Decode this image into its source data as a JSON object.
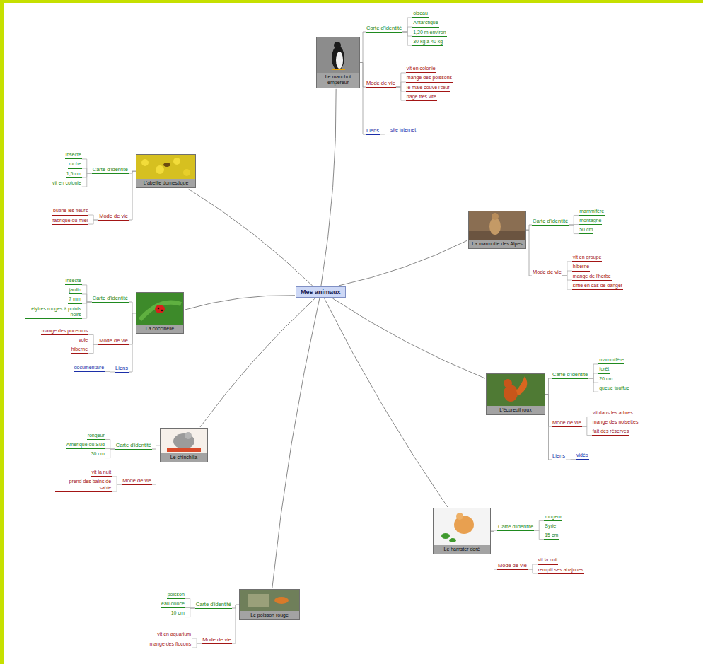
{
  "diagram": {
    "nodes": [
      {
        "text": [
          "Mes animaux"
        ]
      },
      {
        "text": [
          "Le manchot empereur"
        ]
      },
      {
        "text": [
          "Carte d'identité"
        ]
      },
      {
        "text": [
          "oiseau"
        ]
      },
      {
        "text": [
          "Antarctique"
        ]
      },
      {
        "text": [
          "1,20 m environ"
        ]
      },
      {
        "text": [
          "30 kg à 40 kg"
        ]
      },
      {
        "text": [
          "Mode de vie"
        ]
      },
      {
        "text": [
          "vit en colonie"
        ]
      },
      {
        "text": [
          "mange des poissons"
        ]
      },
      {
        "text": [
          "le mâle couve l'œuf"
        ]
      },
      {
        "text": [
          "nage très vite"
        ]
      },
      {
        "text": [
          "Liens"
        ]
      },
      {
        "text": [
          "site internet"
        ]
      },
      {
        "text": [
          "La marmotte des Alpes"
        ]
      },
      {
        "text": [
          "Carte d'identité"
        ]
      },
      {
        "text": [
          "mammifère"
        ]
      },
      {
        "text": [
          "montagne"
        ]
      },
      {
        "text": [
          "50 cm"
        ]
      },
      {
        "text": [
          "Mode de vie"
        ]
      },
      {
        "text": [
          "vit en groupe"
        ]
      },
      {
        "text": [
          "hiberne"
        ]
      },
      {
        "text": [
          "mange de l'herbe"
        ]
      },
      {
        "text": [
          "siffle en cas de danger"
        ]
      },
      {
        "text": [
          "L'écureuil roux"
        ]
      },
      {
        "text": [
          "Carte d'identité"
        ]
      },
      {
        "text": [
          "mammifère"
        ]
      },
      {
        "text": [
          "forêt"
        ]
      },
      {
        "text": [
          "20 cm"
        ]
      },
      {
        "text": [
          "queue touffue"
        ]
      },
      {
        "text": [
          "Mode de vie"
        ]
      },
      {
        "text": [
          "vit dans les arbres"
        ]
      },
      {
        "text": [
          "mange des noisettes"
        ]
      },
      {
        "text": [
          "fait des réserves"
        ]
      },
      {
        "text": [
          "Liens"
        ]
      },
      {
        "text": [
          "vidéo"
        ]
      },
      {
        "text": [
          "Le hamster doré"
        ]
      },
      {
        "text": [
          "Carte d'identité"
        ]
      },
      {
        "text": [
          "rongeur"
        ]
      },
      {
        "text": [
          "Syrie"
        ]
      },
      {
        "text": [
          "15 cm"
        ]
      },
      {
        "text": [
          "Mode de vie"
        ]
      },
      {
        "text": [
          "vit la nuit"
        ]
      },
      {
        "text": [
          "remplit ses abajoues"
        ]
      },
      {
        "text": [
          "Le poisson rouge"
        ]
      },
      {
        "text": [
          "Carte d'identité"
        ]
      },
      {
        "text": [
          "poisson"
        ]
      },
      {
        "text": [
          "eau douce"
        ]
      },
      {
        "text": [
          "10 cm"
        ]
      },
      {
        "text": [
          "Mode de vie"
        ]
      },
      {
        "text": [
          "vit en aquarium"
        ]
      },
      {
        "text": [
          "mange des flocons"
        ]
      },
      {
        "text": [
          "Le chinchilla"
        ]
      },
      {
        "text": [
          "Carte d'identité"
        ]
      },
      {
        "text": [
          "rongeur"
        ]
      },
      {
        "text": [
          "Amérique du Sud"
        ]
      },
      {
        "text": [
          "30 cm"
        ]
      },
      {
        "text": [
          "Mode de vie"
        ]
      },
      {
        "text": [
          "vit la nuit"
        ]
      },
      {
        "text": [
          "prend des bains de sable"
        ]
      },
      {
        "text": [
          "La coccinelle"
        ]
      },
      {
        "text": [
          "Carte d'identité"
        ]
      },
      {
        "text": [
          "insecte"
        ]
      },
      {
        "text": [
          "jardin"
        ]
      },
      {
        "text": [
          "7 mm"
        ]
      },
      {
        "text": [
          "élytres rouges à points noirs"
        ]
      },
      {
        "text": [
          "Mode de vie"
        ]
      },
      {
        "text": [
          "mange des pucerons"
        ]
      },
      {
        "text": [
          "vole"
        ]
      },
      {
        "text": [
          "hiberne"
        ]
      },
      {
        "text": [
          "Liens"
        ]
      },
      {
        "text": [
          "documentaire"
        ]
      },
      {
        "text": [
          "L'abeille domestique"
        ]
      },
      {
        "text": [
          "Carte d'identité"
        ]
      },
      {
        "text": [
          "insecte"
        ]
      },
      {
        "text": [
          "ruche"
        ]
      },
      {
        "text": [
          "1,5 cm"
        ]
      },
      {
        "text": [
          "vit en colonie"
        ]
      },
      {
        "text": [
          "Mode de vie"
        ]
      },
      {
        "text": [
          "butine les fleurs"
        ]
      },
      {
        "text": [
          "fabrique du miel"
        ]
      }
    ],
    "edges": [
      {
        "from": 0,
        "to": 1,
        "arrow": "none"
      },
      {
        "from": 0,
        "to": 14,
        "arrow": "none"
      },
      {
        "from": 0,
        "to": 24,
        "arrow": "none"
      },
      {
        "from": 0,
        "to": 36,
        "arrow": "none"
      },
      {
        "from": 0,
        "to": 44,
        "arrow": "none"
      },
      {
        "from": 0,
        "to": 52,
        "arrow": "none"
      },
      {
        "from": 0,
        "to": 60,
        "arrow": "none"
      },
      {
        "from": 0,
        "to": 72,
        "arrow": "none"
      },
      {
        "from": 1,
        "to": 2,
        "arrow": "none"
      },
      {
        "from": 1,
        "to": 7,
        "arrow": "none"
      },
      {
        "from": 1,
        "to": 12,
        "arrow": "none"
      },
      {
        "from": 2,
        "to": 3,
        "arrow": "none"
      },
      {
        "from": 2,
        "to": 4,
        "arrow": "none"
      },
      {
        "from": 2,
        "to": 5,
        "arrow": "none"
      },
      {
        "from": 2,
        "to": 6,
        "arrow": "none"
      },
      {
        "from": 7,
        "to": 8,
        "arrow": "none"
      },
      {
        "from": 7,
        "to": 9,
        "arrow": "none"
      },
      {
        "from": 7,
        "to": 10,
        "arrow": "none"
      },
      {
        "from": 7,
        "to": 11,
        "arrow": "none"
      },
      {
        "from": 12,
        "to": 13,
        "arrow": "none"
      },
      {
        "from": 14,
        "to": 15,
        "arrow": "none"
      },
      {
        "from": 14,
        "to": 19,
        "arrow": "none"
      },
      {
        "from": 15,
        "to": 16,
        "arrow": "none"
      },
      {
        "from": 15,
        "to": 17,
        "arrow": "none"
      },
      {
        "from": 15,
        "to": 18,
        "arrow": "none"
      },
      {
        "from": 19,
        "to": 20,
        "arrow": "none"
      },
      {
        "from": 19,
        "to": 21,
        "arrow": "none"
      },
      {
        "from": 19,
        "to": 22,
        "arrow": "none"
      },
      {
        "from": 19,
        "to": 23,
        "arrow": "none"
      },
      {
        "from": 24,
        "to": 25,
        "arrow": "none"
      },
      {
        "from": 24,
        "to": 30,
        "arrow": "none"
      },
      {
        "from": 24,
        "to": 34,
        "arrow": "none"
      },
      {
        "from": 25,
        "to": 26,
        "arrow": "none"
      },
      {
        "from": 25,
        "to": 27,
        "arrow": "none"
      },
      {
        "from": 25,
        "to": 28,
        "arrow": "none"
      },
      {
        "from": 25,
        "to": 29,
        "arrow": "none"
      },
      {
        "from": 30,
        "to": 31,
        "arrow": "none"
      },
      {
        "from": 30,
        "to": 32,
        "arrow": "none"
      },
      {
        "from": 30,
        "to": 33,
        "arrow": "none"
      },
      {
        "from": 34,
        "to": 35,
        "arrow": "none"
      },
      {
        "from": 36,
        "to": 37,
        "arrow": "none"
      },
      {
        "from": 36,
        "to": 41,
        "arrow": "none"
      },
      {
        "from": 37,
        "to": 38,
        "arrow": "none"
      },
      {
        "from": 37,
        "to": 39,
        "arrow": "none"
      },
      {
        "from": 37,
        "to": 40,
        "arrow": "none"
      },
      {
        "from": 41,
        "to": 42,
        "arrow": "none"
      },
      {
        "from": 41,
        "to": 43,
        "arrow": "none"
      },
      {
        "from": 44,
        "to": 45,
        "arrow": "none"
      },
      {
        "from": 44,
        "to": 49,
        "arrow": "none"
      },
      {
        "from": 45,
        "to": 46,
        "arrow": "none"
      },
      {
        "from": 45,
        "to": 47,
        "arrow": "none"
      },
      {
        "from": 45,
        "to": 48,
        "arrow": "none"
      },
      {
        "from": 49,
        "to": 50,
        "arrow": "none"
      },
      {
        "from": 49,
        "to": 51,
        "arrow": "none"
      },
      {
        "from": 52,
        "to": 53,
        "arrow": "none"
      },
      {
        "from": 52,
        "to": 57,
        "arrow": "none"
      },
      {
        "from": 53,
        "to": 54,
        "arrow": "none"
      },
      {
        "from": 53,
        "to": 55,
        "arrow": "none"
      },
      {
        "from": 53,
        "to": 56,
        "arrow": "none"
      },
      {
        "from": 57,
        "to": 58,
        "arrow": "none"
      },
      {
        "from": 57,
        "to": 59,
        "arrow": "none"
      },
      {
        "from": 60,
        "to": 61,
        "arrow": "none"
      },
      {
        "from": 60,
        "to": 66,
        "arrow": "none"
      },
      {
        "from": 60,
        "to": 70,
        "arrow": "none"
      },
      {
        "from": 61,
        "to": 62,
        "arrow": "none"
      },
      {
        "from": 61,
        "to": 63,
        "arrow": "none"
      },
      {
        "from": 61,
        "to": 64,
        "arrow": "none"
      },
      {
        "from": 61,
        "to": 65,
        "arrow": "none"
      },
      {
        "from": 66,
        "to": 67,
        "arrow": "none"
      },
      {
        "from": 66,
        "to": 68,
        "arrow": "none"
      },
      {
        "from": 66,
        "to": 69,
        "arrow": "none"
      },
      {
        "from": 70,
        "to": 71,
        "arrow": "none"
      },
      {
        "from": 72,
        "to": 73,
        "arrow": "none"
      },
      {
        "from": 72,
        "to": 78,
        "arrow": "none"
      },
      {
        "from": 73,
        "to": 74,
        "arrow": "none"
      },
      {
        "from": 73,
        "to": 75,
        "arrow": "none"
      },
      {
        "from": 73,
        "to": 76,
        "arrow": "none"
      },
      {
        "from": 73,
        "to": 77,
        "arrow": "none"
      },
      {
        "from": 78,
        "to": 79,
        "arrow": "none"
      },
      {
        "from": 78,
        "to": 80,
        "arrow": "none"
      }
    ]
  }
}
